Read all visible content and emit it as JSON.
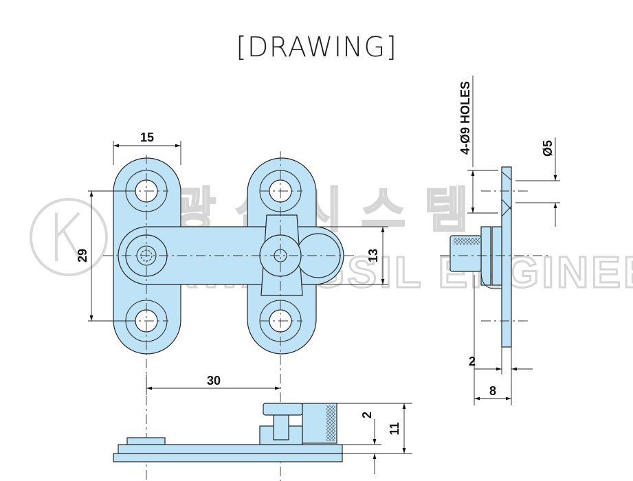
{
  "title": "[DRAWING]",
  "watermark": {
    "text": "KWANGSIL ENGINEERING",
    "logo_letter": "K"
  },
  "dimensions": {
    "width_15": "15",
    "pitch_29": "29",
    "bar_13": "13",
    "spacing_30": "30",
    "height_2": "2",
    "height_11": "11",
    "plate_2": "2",
    "depth_8": "8",
    "holes": "4-Ø9 HOLES",
    "dia_5": "Ø5"
  },
  "colors": {
    "part_fill": "#bee3f6",
    "line": "#222222"
  }
}
